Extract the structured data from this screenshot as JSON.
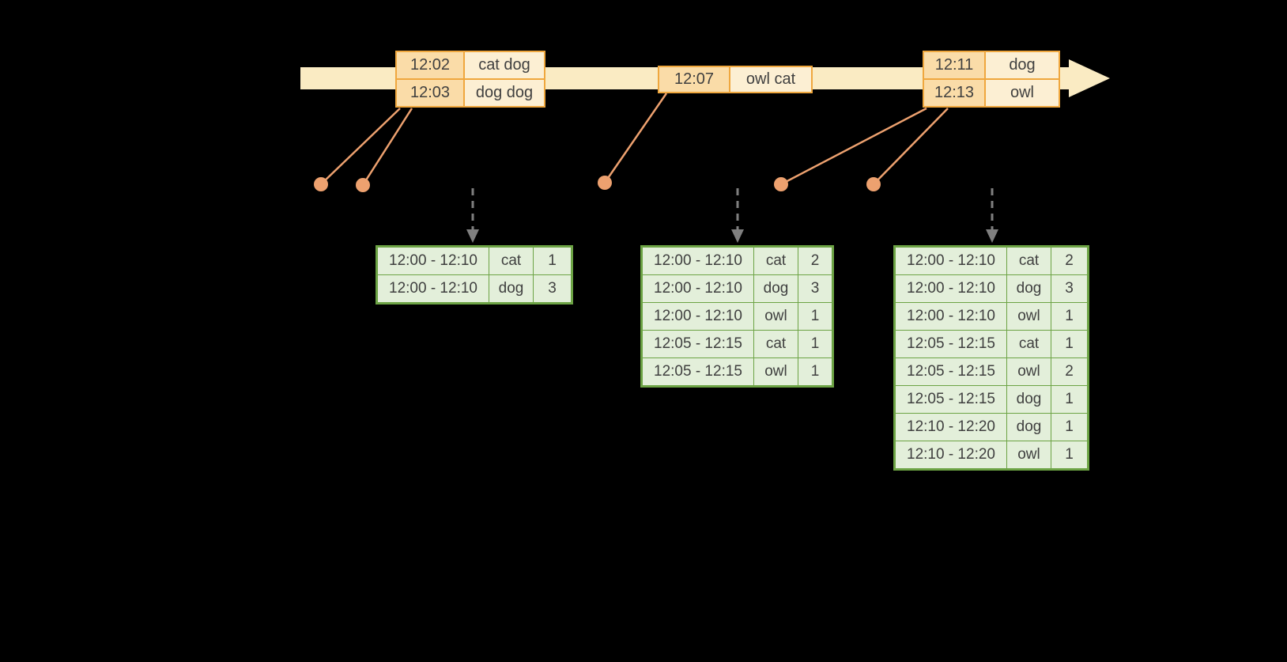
{
  "colors": {
    "canvas_bg": "#000000",
    "timeline_fill": "#FAEBC3",
    "event_border": "#EFA73E",
    "event_time_fill": "#FADCA8",
    "event_value_fill": "#FCEFD3",
    "connector": "#EDA16F",
    "arrow_gray": "#7F7F7F",
    "table_border": "#6CA344",
    "table_fill": "#E3EFDA",
    "text": "#3F3F3F"
  },
  "event_boxes": [
    {
      "rows": [
        {
          "time": "12:02",
          "words": "cat dog"
        },
        {
          "time": "12:03",
          "words": "dog dog"
        }
      ]
    },
    {
      "rows": [
        {
          "time": "12:07",
          "words": "owl cat"
        }
      ]
    },
    {
      "rows": [
        {
          "time": "12:11",
          "words": "dog"
        },
        {
          "time": "12:13",
          "words": "owl"
        }
      ]
    }
  ],
  "result_tables": [
    {
      "rows": [
        [
          "12:00 - 12:10",
          "cat",
          "1"
        ],
        [
          "12:00 - 12:10",
          "dog",
          "3"
        ]
      ]
    },
    {
      "rows": [
        [
          "12:00 - 12:10",
          "cat",
          "2"
        ],
        [
          "12:00 - 12:10",
          "dog",
          "3"
        ],
        [
          "12:00 - 12:10",
          "owl",
          "1"
        ],
        [
          "12:05 - 12:15",
          "cat",
          "1"
        ],
        [
          "12:05 - 12:15",
          "owl",
          "1"
        ]
      ]
    },
    {
      "rows": [
        [
          "12:00 - 12:10",
          "cat",
          "2"
        ],
        [
          "12:00 - 12:10",
          "dog",
          "3"
        ],
        [
          "12:00 - 12:10",
          "owl",
          "1"
        ],
        [
          "12:05 - 12:15",
          "cat",
          "1"
        ],
        [
          "12:05 - 12:15",
          "owl",
          "2"
        ],
        [
          "12:05 - 12:15",
          "dog",
          "1"
        ],
        [
          "12:10 - 12:20",
          "dog",
          "1"
        ],
        [
          "12:10 - 12:20",
          "owl",
          "1"
        ]
      ]
    }
  ]
}
